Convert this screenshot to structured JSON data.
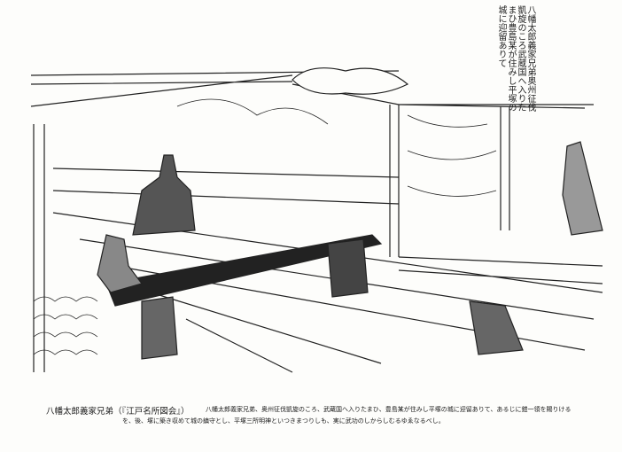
{
  "illustration": {
    "inscription": "八幡太郎義家兄弟奥州征伐凱旋のころ武蔵国へ入りたまひ豊島某が住みし平塚の城に迎留ありて"
  },
  "caption": {
    "title": "八幡太郎義家兄弟（『江戸名所図会』）",
    "line1": "八幡太郎義家兄弟、奥州征伐凱旋のころ、武蔵国へ入りたまひ、豊島某が住みし平塚の城に迎留ありて、あるじに鎧一領を賜りける",
    "line2": "を、後、塚に築き収めて城の鎮守とし、平塚三所明神といつきまつりしも、実に武功のしからしむるゆゑなるべし。"
  }
}
